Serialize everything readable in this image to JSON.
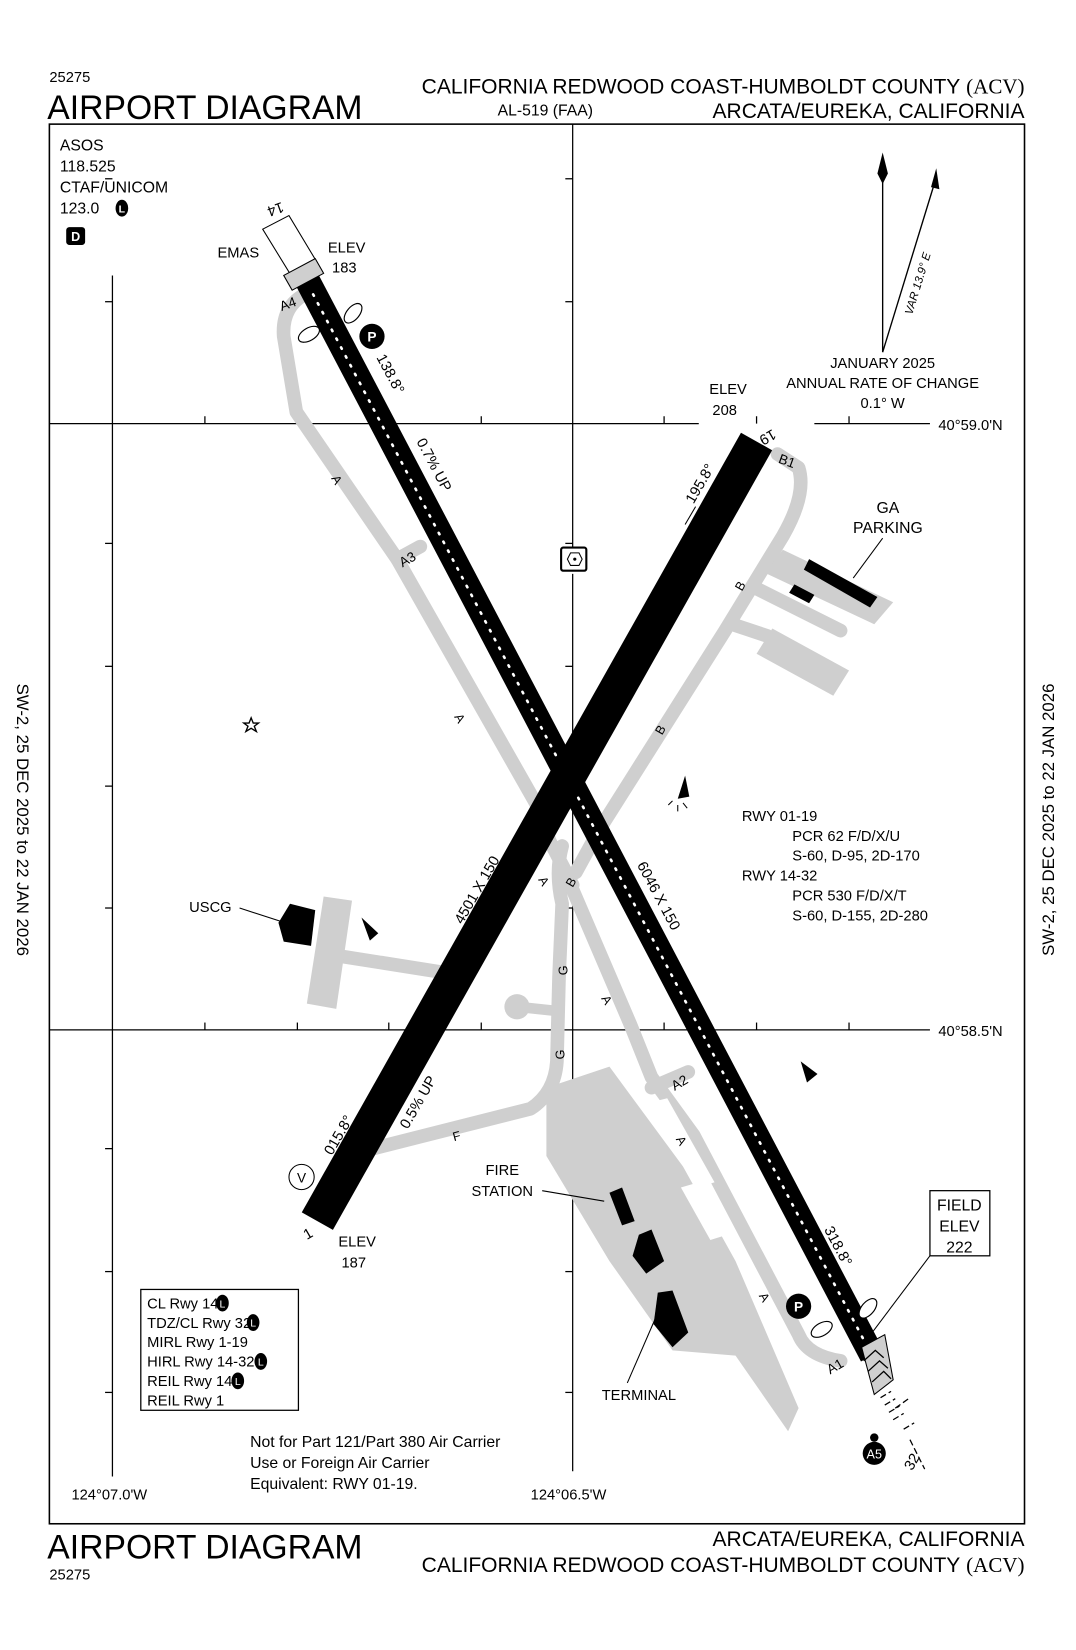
{
  "header": {
    "chart_number": "25275",
    "title": "AIRPORT DIAGRAM",
    "airport_name": "CALIFORNIA REDWOOD COAST-HUMBOLDT COUNTY",
    "airport_id": "(ACV)",
    "procedure_id": "AL-519 (FAA)",
    "location": "ARCATA/EUREKA, CALIFORNIA"
  },
  "footer": {
    "title": "AIRPORT DIAGRAM",
    "chart_number": "25275",
    "location": "ARCATA/EUREKA, CALIFORNIA",
    "airport_name": "CALIFORNIA REDWOOD COAST-HUMBOLDT COUNTY",
    "airport_id": "(ACV)"
  },
  "margins": {
    "left": "SW-2,  25 DEC 2025  to  22 JAN 2026",
    "right": "SW-2,  25 DEC 2025  to  22 JAN 2026"
  },
  "comms": {
    "asos_label": "ASOS",
    "asos_freq": "118.525",
    "ctaf_label": "CTAF/UNICOM",
    "ctaf_freq": "123.0",
    "lighting_badge": "L",
    "dvor_badge": "D"
  },
  "magnetic": {
    "variation": "VAR 13.9° E",
    "date": "JANUARY 2025",
    "rate_label": "ANNUAL RATE OF CHANGE",
    "rate": "0.1° W"
  },
  "coordinates": {
    "lat_north": "40°59.0'N",
    "lat_south": "40°58.5'N",
    "lon_west": "124°07.0'W",
    "lon_east": "124°06.5'W"
  },
  "runways": {
    "rwy14": {
      "end_label": "14",
      "elev_label": "ELEV",
      "elev": "183",
      "emas": "EMAS",
      "heading": "138.8°",
      "gradient": "0.7% UP",
      "dimensions": "6046 X 150"
    },
    "rwy32": {
      "end_label": "32",
      "heading": "318.8°"
    },
    "rwy19": {
      "end_label": "19",
      "elev_label": "ELEV",
      "elev": "208",
      "heading": "195.8°"
    },
    "rwy1": {
      "end_label": "1",
      "elev_label": "ELEV",
      "elev": "187",
      "heading": "015.8°",
      "gradient": "0.5% UP",
      "dimensions": "4501 X 150"
    }
  },
  "taxiways": {
    "a": "A",
    "a1": "A1",
    "a2": "A2",
    "a3": "A3",
    "a4": "A4",
    "a5": "A5",
    "b": "B",
    "b1": "B1",
    "f": "F",
    "g": "G"
  },
  "symbols": {
    "parking": "P",
    "vor_checkpoint": "V"
  },
  "labels": {
    "ga_parking_1": "GA",
    "ga_parking_2": "PARKING",
    "uscg": "USCG",
    "fire_1": "FIRE",
    "fire_2": "STATION",
    "terminal": "TERMINAL",
    "field_elev_1": "FIELD",
    "field_elev_2": "ELEV",
    "field_elev_3": "222"
  },
  "pavement": [
    {
      "runway": "RWY 01-19",
      "pcr": "PCR 62 F/D/X/U",
      "weights": "S-60, D-95, 2D-170"
    },
    {
      "runway": "RWY 14-32",
      "pcr": "PCR 530 F/D/X/T",
      "weights": "S-60, D-155, 2D-280"
    }
  ],
  "lighting": [
    {
      "text": "CL Rwy 14",
      "badge": "L"
    },
    {
      "text": "TDZ/CL Rwy 32",
      "badge": "L"
    },
    {
      "text": "MIRL Rwy 1-19",
      "badge": ""
    },
    {
      "text": "HIRL Rwy 14-32",
      "badge": "L"
    },
    {
      "text": "REIL Rwy 14",
      "badge": "L"
    },
    {
      "text": "REIL Rwy 1",
      "badge": ""
    }
  ],
  "note": [
    "Not for Part 121/Part 380 Air Carrier",
    "Use or Foreign Air Carrier",
    "Equivalent: RWY 01-19."
  ]
}
